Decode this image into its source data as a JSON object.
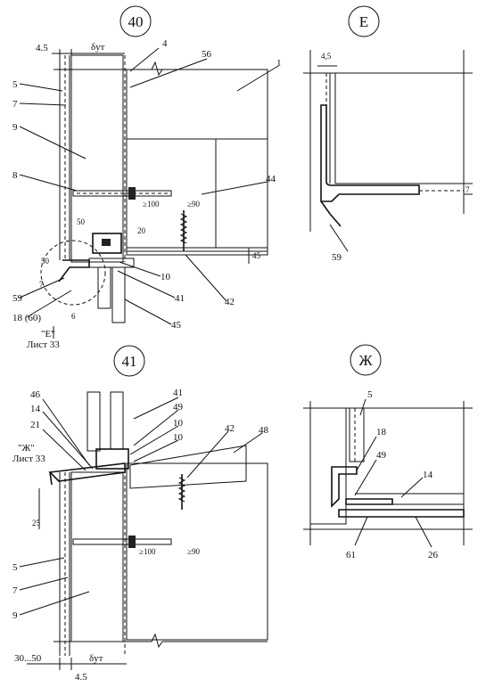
{
  "callouts": {
    "d40": "40",
    "dE": "Е",
    "d41": "41",
    "dZh": "Ж"
  },
  "dims": {
    "d40_top_45": "4.5",
    "d40_top_dut": "δут",
    "d40_50": "50",
    "d40_50b": "50",
    "d40_ge100": "≥100",
    "d40_ge90": "≥90",
    "d40_20": "20",
    "d40_45": "45",
    "d40_7": "7",
    "d40_6": "6",
    "dE_45": "4,5",
    "dE_7": "7",
    "d41_25": "25",
    "d41_ge100": "≥100",
    "d41_ge90": "≥90",
    "d41_3050": "30...50",
    "d41_dut": "δут",
    "d41_45": "4.5"
  },
  "refs40": {
    "r4": "4",
    "r56": "56",
    "r1": "1",
    "r5": "5",
    "r7": "7",
    "r9": "9",
    "r8": "8",
    "r44": "44",
    "r10": "10",
    "r41": "41",
    "r42": "42",
    "r45": "45",
    "r59": "59",
    "r18": "18 (60)",
    "sheetE": "\"Е\"",
    "sheetE2": "Лист 33"
  },
  "refsE": {
    "r59": "59"
  },
  "refs41": {
    "r46": "46",
    "r14": "14",
    "r21": "21",
    "r41": "41",
    "r49": "49",
    "r10a": "10",
    "r10b": "10",
    "r42": "42",
    "r48": "48",
    "r5": "5",
    "r7": "7",
    "r9": "9",
    "sheetZh": "\"Ж\"",
    "sheetZh2": "Лист 33"
  },
  "refsZh": {
    "r5": "5",
    "r18": "18",
    "r49": "49",
    "r14": "14",
    "r61": "61",
    "r26": "26"
  }
}
